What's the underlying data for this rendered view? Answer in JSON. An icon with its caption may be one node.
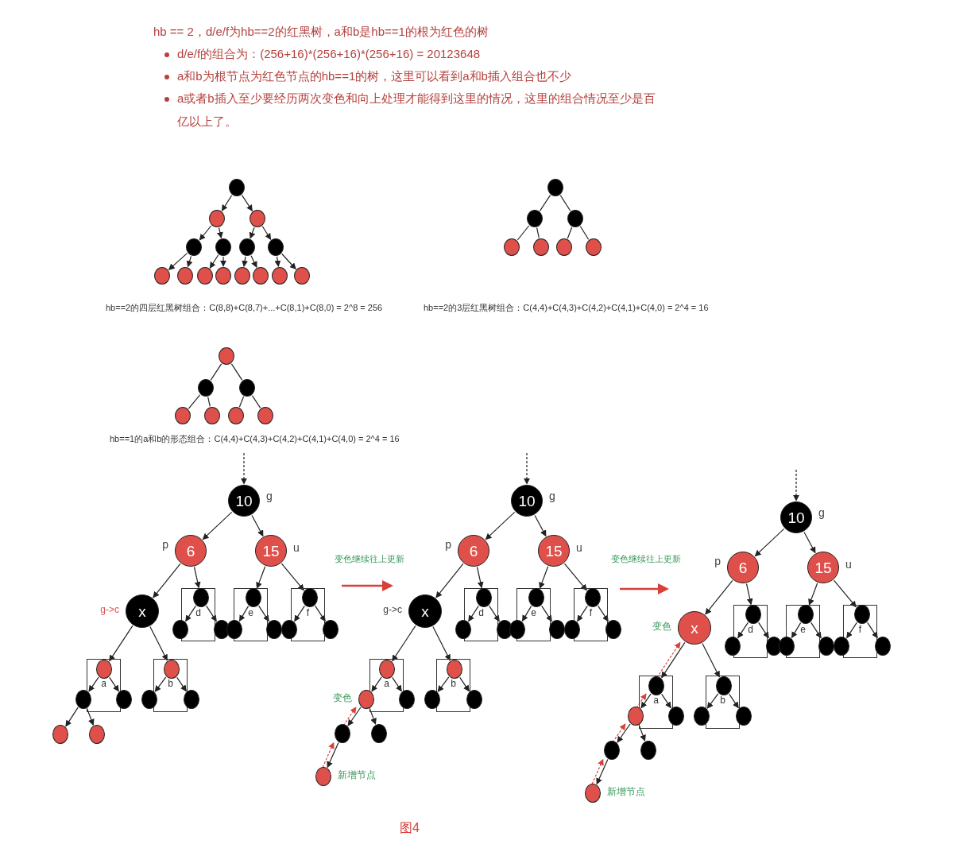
{
  "diagram": {
    "caption": "图4",
    "nodes": [
      {
        "text": [],
        "shape": "circle"
      },
      {
        "text": [],
        "shape": "circle"
      },
      {
        "text": [],
        "shape": "circle"
      },
      {
        "text": [],
        "shape": "circle"
      },
      {
        "text": [],
        "shape": "circle"
      },
      {
        "text": [],
        "shape": "circle"
      },
      {
        "text": [],
        "shape": "circle"
      },
      {
        "text": [],
        "shape": "circle"
      },
      {
        "text": [],
        "shape": "circle"
      },
      {
        "text": [],
        "shape": "circle"
      },
      {
        "text": [],
        "shape": "circle"
      },
      {
        "text": [],
        "shape": "circle"
      },
      {
        "text": [],
        "shape": "circle"
      },
      {
        "text": [],
        "shape": "circle"
      },
      {
        "text": [],
        "shape": "circle"
      },
      {
        "text": [],
        "shape": "circle"
      },
      {
        "text": [],
        "shape": "circle"
      },
      {
        "text": [],
        "shape": "circle"
      },
      {
        "text": [],
        "shape": "circle"
      },
      {
        "text": [],
        "shape": "circle"
      },
      {
        "text": [],
        "shape": "circle"
      },
      {
        "text": [],
        "shape": "circle"
      },
      {
        "text": [],
        "shape": "circle"
      },
      {
        "text": [],
        "shape": "circle"
      },
      {
        "text": [],
        "shape": "circle"
      },
      {
        "text": [],
        "shape": "circle"
      },
      {
        "text": [],
        "shape": "circle"
      },
      {
        "text": [],
        "shape": "circle"
      },
      {
        "text": [],
        "shape": "circle"
      },
      {
        "text": [
          "10"
        ],
        "beside": [
          "g"
        ]
      },
      {
        "text": [
          "6"
        ],
        "beside": [
          "p"
        ]
      },
      {
        "text": [
          "15"
        ],
        "beside": [
          "u"
        ]
      },
      {
        "text": [
          "x"
        ],
        "beside": [
          "g->c"
        ]
      },
      {
        "text": [
          "d"
        ]
      },
      {
        "text": [],
        "shape": "circle",
        "in": 33
      },
      {
        "text": [],
        "shape": "circle"
      },
      {
        "text": [],
        "shape": "circle"
      },
      {
        "text": [
          "e"
        ]
      },
      {
        "text": [],
        "shape": "circle",
        "in": 37
      },
      {
        "text": [],
        "shape": "circle"
      },
      {
        "text": [],
        "shape": "circle"
      },
      {
        "text": [
          "f"
        ]
      },
      {
        "text": [],
        "shape": "circle",
        "in": 41
      },
      {
        "text": [],
        "shape": "circle"
      },
      {
        "text": [],
        "shape": "circle"
      },
      {
        "text": [
          "a"
        ]
      },
      {
        "text": [],
        "shape": "circle",
        "in": 45
      },
      {
        "text": [],
        "shape": "circle"
      },
      {
        "text": [],
        "shape": "circle"
      },
      {
        "text": [
          "b"
        ]
      },
      {
        "text": [],
        "shape": "circle",
        "in": 49
      },
      {
        "text": [],
        "shape": "circle"
      },
      {
        "text": [],
        "shape": "circle"
      },
      {
        "text": [],
        "shape": "circle"
      },
      {
        "text": [],
        "shape": "circle"
      },
      {
        "text": [
          "10"
        ],
        "beside": [
          "g"
        ]
      },
      {
        "text": [
          "6"
        ],
        "beside": [
          "p"
        ]
      },
      {
        "text": [
          "15"
        ],
        "beside": [
          "u"
        ]
      },
      {
        "text": [
          "x"
        ],
        "beside": [
          "g->c"
        ]
      },
      {
        "text": [
          "d"
        ]
      },
      {
        "text": [],
        "shape": "circle",
        "in": 59
      },
      {
        "text": [],
        "shape": "circle"
      },
      {
        "text": [],
        "shape": "circle"
      },
      {
        "text": [
          "e"
        ]
      },
      {
        "text": [],
        "shape": "circle",
        "in": 63
      },
      {
        "text": [],
        "shape": "circle"
      },
      {
        "text": [],
        "shape": "circle"
      },
      {
        "text": [
          "f"
        ]
      },
      {
        "text": [],
        "shape": "circle",
        "in": 67
      },
      {
        "text": [],
        "shape": "circle"
      },
      {
        "text": [],
        "shape": "circle"
      },
      {
        "text": [
          "a"
        ]
      },
      {
        "text": [],
        "shape": "circle",
        "in": 71
      },
      {
        "text": [],
        "shape": "circle",
        "beside": [
          "变色"
        ]
      },
      {
        "text": [],
        "shape": "circle"
      },
      {
        "text": [
          "b"
        ]
      },
      {
        "text": [],
        "shape": "circle",
        "in": 75
      },
      {
        "text": [],
        "shape": "circle"
      },
      {
        "text": [],
        "shape": "circle"
      },
      {
        "text": [],
        "shape": "circle"
      },
      {
        "text": [],
        "shape": "circle"
      },
      {
        "text": [],
        "shape": "circle",
        "beside": [
          "新增节点"
        ]
      },
      {
        "text": [
          "10"
        ],
        "beside": [
          "g"
        ]
      },
      {
        "text": [
          "6"
        ],
        "beside": [
          "p"
        ]
      },
      {
        "text": [
          "15"
        ],
        "beside": [
          "u"
        ]
      },
      {
        "text": [
          "x"
        ],
        "beside": [
          "变色"
        ]
      },
      {
        "text": [
          "d"
        ]
      },
      {
        "text": [],
        "shape": "circle",
        "in": 86
      },
      {
        "text": [],
        "shape": "circle"
      },
      {
        "text": [],
        "shape": "circle"
      },
      {
        "text": [
          "e"
        ]
      },
      {
        "text": [],
        "shape": "circle",
        "in": 90
      },
      {
        "text": [],
        "shape": "circle"
      },
      {
        "text": [],
        "shape": "circle"
      },
      {
        "text": [
          "f"
        ]
      },
      {
        "text": [],
        "shape": "circle",
        "in": 94
      },
      {
        "text": [],
        "shape": "circle"
      },
      {
        "text": [],
        "shape": "circle"
      },
      {
        "text": [
          "a"
        ]
      },
      {
        "text": [],
        "shape": "circle",
        "in": 98
      },
      {
        "text": [],
        "shape": "circle"
      },
      {
        "text": [],
        "shape": "circle"
      },
      {
        "text": [
          "b"
        ]
      },
      {
        "text": [],
        "shape": "circle",
        "in": 102
      },
      {
        "text": [],
        "shape": "circle"
      },
      {
        "text": [],
        "shape": "circle"
      },
      {
        "text": [],
        "shape": "circle"
      },
      {
        "text": [],
        "shape": "circle"
      },
      {
        "text": [],
        "shape": "circle",
        "beside": [
          "新增节点"
        ]
      }
    ],
    "edges": [
      {
        "from": 0,
        "to": 1,
        "arrow": "to"
      },
      {
        "from": 0,
        "to": 2,
        "arrow": "to"
      },
      {
        "from": 1,
        "to": 3,
        "arrow": "to"
      },
      {
        "from": 1,
        "to": 4,
        "arrow": "to"
      },
      {
        "from": 2,
        "to": 5,
        "arrow": "to"
      },
      {
        "from": 2,
        "to": 6,
        "arrow": "to"
      },
      {
        "from": 3,
        "to": 7,
        "arrow": "to"
      },
      {
        "from": 3,
        "to": 8,
        "arrow": "to"
      },
      {
        "from": 4,
        "to": 9,
        "arrow": "to"
      },
      {
        "from": 4,
        "to": 10,
        "arrow": "to"
      },
      {
        "from": 5,
        "to": 11,
        "arrow": "to"
      },
      {
        "from": 5,
        "to": 12,
        "arrow": "to"
      },
      {
        "from": 6,
        "to": 13,
        "arrow": "to"
      },
      {
        "from": 6,
        "to": 14,
        "arrow": "to"
      },
      {
        "from": 15,
        "to": 16,
        "arrow": "none"
      },
      {
        "from": 15,
        "to": 17,
        "arrow": "none"
      },
      {
        "from": 16,
        "to": 18,
        "arrow": "none"
      },
      {
        "from": 16,
        "to": 19,
        "arrow": "none"
      },
      {
        "from": 17,
        "to": 20,
        "arrow": "none"
      },
      {
        "from": 17,
        "to": 21,
        "arrow": "none"
      },
      {
        "from": 22,
        "to": 23,
        "arrow": "none"
      },
      {
        "from": 22,
        "to": 24,
        "arrow": "none"
      },
      {
        "from": 23,
        "to": 25,
        "arrow": "none"
      },
      {
        "from": 23,
        "to": 26,
        "arrow": "none"
      },
      {
        "from": 24,
        "to": 27,
        "arrow": "none"
      },
      {
        "from": 24,
        "to": 28,
        "arrow": "none"
      },
      {
        "from": null,
        "to": 29,
        "arrow": "to",
        "style": "dashed"
      },
      {
        "from": 29,
        "to": 30,
        "arrow": "to"
      },
      {
        "from": 29,
        "to": 31,
        "arrow": "to"
      },
      {
        "from": 30,
        "to": 32,
        "arrow": "to"
      },
      {
        "from": 30,
        "to": 34,
        "arrow": "to"
      },
      {
        "from": 31,
        "to": 38,
        "arrow": "to"
      },
      {
        "from": 31,
        "to": 42,
        "arrow": "to"
      },
      {
        "from": 32,
        "to": 46,
        "arrow": "to"
      },
      {
        "from": 32,
        "to": 50,
        "arrow": "to"
      },
      {
        "from": 34,
        "to": 35,
        "arrow": "to"
      },
      {
        "from": 34,
        "to": 36,
        "arrow": "to"
      },
      {
        "from": 38,
        "to": 39,
        "arrow": "to"
      },
      {
        "from": 38,
        "to": 40,
        "arrow": "to"
      },
      {
        "from": 42,
        "to": 43,
        "arrow": "to"
      },
      {
        "from": 42,
        "to": 44,
        "arrow": "to"
      },
      {
        "from": 46,
        "to": 47,
        "arrow": "to"
      },
      {
        "from": 46,
        "to": 48,
        "arrow": "to"
      },
      {
        "from": 50,
        "to": 51,
        "arrow": "to"
      },
      {
        "from": 50,
        "to": 52,
        "arrow": "to"
      },
      {
        "from": 47,
        "to": 53,
        "arrow": "to"
      },
      {
        "from": 47,
        "to": 54,
        "arrow": "to"
      },
      {
        "from": null,
        "to": 55,
        "arrow": "to",
        "style": "dashed"
      },
      {
        "from": 55,
        "to": 56,
        "arrow": "to"
      },
      {
        "from": 55,
        "to": 57,
        "arrow": "to"
      },
      {
        "from": 56,
        "to": 58,
        "arrow": "to"
      },
      {
        "from": 56,
        "to": 60,
        "arrow": "to"
      },
      {
        "from": 57,
        "to": 64,
        "arrow": "to"
      },
      {
        "from": 57,
        "to": 68,
        "arrow": "to"
      },
      {
        "from": 58,
        "to": 72,
        "arrow": "to"
      },
      {
        "from": 58,
        "to": 76,
        "arrow": "to"
      },
      {
        "from": 60,
        "to": 61,
        "arrow": "to"
      },
      {
        "from": 60,
        "to": 62,
        "arrow": "to"
      },
      {
        "from": 64,
        "to": 65,
        "arrow": "to"
      },
      {
        "from": 64,
        "to": 66,
        "arrow": "to"
      },
      {
        "from": 68,
        "to": 69,
        "arrow": "to"
      },
      {
        "from": 68,
        "to": 70,
        "arrow": "to"
      },
      {
        "from": 72,
        "to": 73,
        "arrow": "to"
      },
      {
        "from": 72,
        "to": 74,
        "arrow": "to"
      },
      {
        "from": 76,
        "to": 77,
        "arrow": "to"
      },
      {
        "from": 76,
        "to": 78,
        "arrow": "to"
      },
      {
        "from": 73,
        "to": 79,
        "arrow": "to"
      },
      {
        "from": 73,
        "to": 80,
        "arrow": "to"
      },
      {
        "from": 79,
        "to": 81,
        "arrow": "to"
      },
      {
        "from": 81,
        "to": 79,
        "arrow": "to",
        "style": "dashed",
        "color": "#d9403a"
      },
      {
        "from": 79,
        "to": 73,
        "arrow": "to",
        "style": "dashed",
        "color": "#d9403a"
      },
      {
        "from": null,
        "to": 82,
        "arrow": "to",
        "style": "dashed"
      },
      {
        "from": 82,
        "to": 83,
        "arrow": "to"
      },
      {
        "from": 82,
        "to": 84,
        "arrow": "to"
      },
      {
        "from": 83,
        "to": 85,
        "arrow": "to"
      },
      {
        "from": 83,
        "to": 87,
        "arrow": "to"
      },
      {
        "from": 84,
        "to": 91,
        "arrow": "to"
      },
      {
        "from": 84,
        "to": 95,
        "arrow": "to"
      },
      {
        "from": 85,
        "to": 99,
        "arrow": "to"
      },
      {
        "from": 85,
        "to": 103,
        "arrow": "to"
      },
      {
        "from": 87,
        "to": 88,
        "arrow": "to"
      },
      {
        "from": 87,
        "to": 89,
        "arrow": "to"
      },
      {
        "from": 91,
        "to": 92,
        "arrow": "to"
      },
      {
        "from": 91,
        "to": 93,
        "arrow": "to"
      },
      {
        "from": 95,
        "to": 96,
        "arrow": "to"
      },
      {
        "from": 95,
        "to": 97,
        "arrow": "to"
      },
      {
        "from": 99,
        "to": 100,
        "arrow": "to"
      },
      {
        "from": 99,
        "to": 101,
        "arrow": "to"
      },
      {
        "from": 103,
        "to": 104,
        "arrow": "to"
      },
      {
        "from": 103,
        "to": 105,
        "arrow": "to"
      },
      {
        "from": 100,
        "to": 106,
        "arrow": "to"
      },
      {
        "from": 100,
        "to": 107,
        "arrow": "to"
      },
      {
        "from": 106,
        "to": 108,
        "arrow": "to"
      },
      {
        "from": 108,
        "to": 106,
        "arrow": "to",
        "style": "dashed",
        "color": "#d9403a"
      },
      {
        "from": 106,
        "to": 100,
        "arrow": "to",
        "style": "dashed",
        "color": "#d9403a"
      },
      {
        "from": 100,
        "to": 99,
        "arrow": "to",
        "style": "dashed",
        "color": "#d9403a"
      },
      {
        "from": 99,
        "to": 85,
        "arrow": "to",
        "style": "dashed",
        "color": "#d9403a"
      }
    ],
    "labels": [
      "hb == 2，d/e/f为hb==2的红黑树，a和b是hb==1的根为红色的树",
      "d/e/f的组合为：(256+16)*(256+16)*(256+16) = 20123648",
      "a和b为根节点为红色节点的hb==1的树，这里可以看到a和b插入组合也不少",
      "a或者b插入至少要经历两次变色和向上处理才能得到这里的情况，这里的组合情况至少是百亿以上了。",
      "hb==2的四层红黑树组合：C(8,8)+C(8,7)+...+C(8,1)+C(8,0) = 2^8 = 256",
      "hb==2的3层红黑树组合：C(4,4)+C(4,3)+C(4,2)+C(4,1)+C(4,0) = 2^4 = 16",
      "hb==1的a和b的形态组合：C(4,4)+C(4,3)+C(4,2)+C(4,1)+C(4,0) = 2^4 = 16",
      "变色继续往上更新",
      "变色继续往上更新"
    ]
  }
}
